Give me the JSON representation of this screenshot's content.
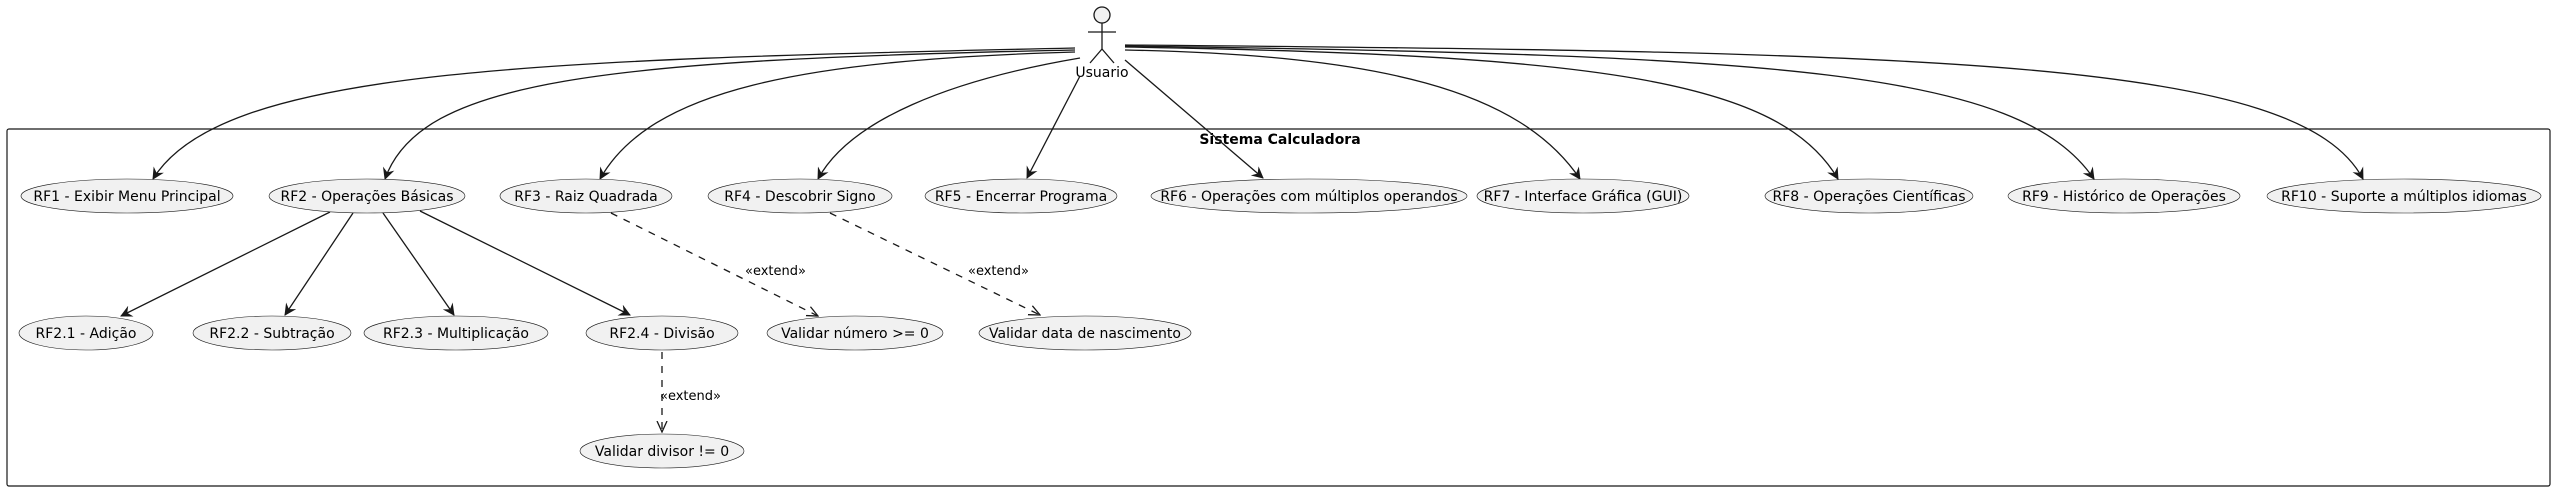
{
  "system": {
    "title": "Sistema Calculadora"
  },
  "actor": {
    "name": "Usuario"
  },
  "use_cases": {
    "rf1": "RF1 - Exibir Menu Principal",
    "rf2": "RF2 - Operações Básicas",
    "rf3": "RF3 - Raiz Quadrada",
    "rf4": "RF4 - Descobrir Signo",
    "rf5": "RF5 - Encerrar Programa",
    "rf6": "RF6 - Operações com múltiplos operandos",
    "rf7": "RF7 - Interface Gráfica (GUI)",
    "rf8": "RF8 - Operações Científicas",
    "rf9": "RF9 - Histórico de Operações",
    "rf10": "RF10 - Suporte a múltiplos idiomas",
    "rf2_1": "RF2.1 - Adição",
    "rf2_2": "RF2.2 - Subtração",
    "rf2_3": "RF2.3 - Multiplicação",
    "rf2_4": "RF2.4 - Divisão",
    "val_num": "Validar número >= 0",
    "val_data": "Validar data de nascimento",
    "val_div": "Validar divisor != 0"
  },
  "relations": {
    "extend_label": "«extend»"
  },
  "colors": {
    "fill": "#f1f1f1",
    "stroke": "#181818",
    "background": "#ffffff"
  }
}
